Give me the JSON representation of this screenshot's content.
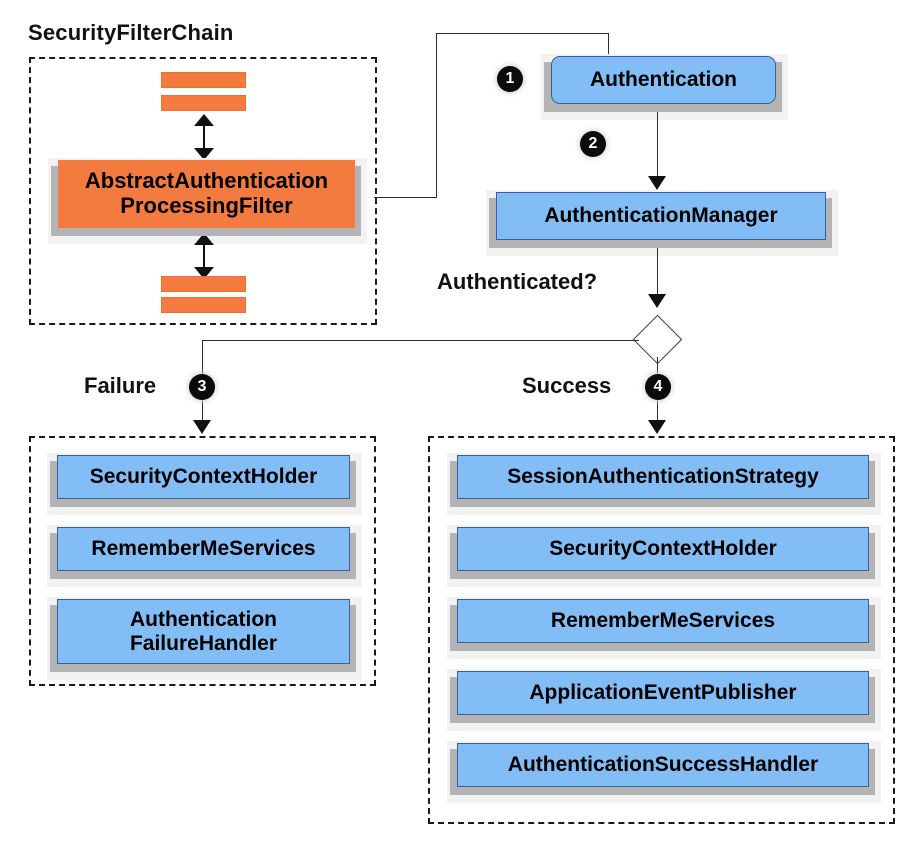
{
  "diagram": {
    "title_text": "SecurityFilterChain",
    "type": "flowchart",
    "colors": {
      "filter_orange": "#f47b3f",
      "component_blue": "#82bdf5",
      "component_border": "#3a5f9e",
      "shadow_gray": "#b4b4b4",
      "outline_black": "#1a1a1a"
    }
  },
  "filter_chain": {
    "group_label": "SecurityFilterChain",
    "top_bars": [
      "filter-bar-1",
      "filter-bar-2"
    ],
    "bottom_bars": [
      "filter-bar-3",
      "filter-bar-4"
    ],
    "main_filter": "AbstractAuthentication\nProcessingFilter"
  },
  "flow": {
    "authentication": "Authentication",
    "authentication_manager": "AuthenticationManager",
    "decision_label": "Authenticated?",
    "failure_label": "Failure",
    "success_label": "Success",
    "steps": {
      "one": "1",
      "two": "2",
      "three": "3",
      "four": "4"
    }
  },
  "failure_branch": {
    "items": [
      "SecurityContextHolder",
      "RememberMeServices",
      "Authentication\nFailureHandler"
    ]
  },
  "success_branch": {
    "items": [
      "SessionAuthenticationStrategy",
      "SecurityContextHolder",
      "RememberMeServices",
      "ApplicationEventPublisher",
      "AuthenticationSuccessHandler"
    ]
  }
}
